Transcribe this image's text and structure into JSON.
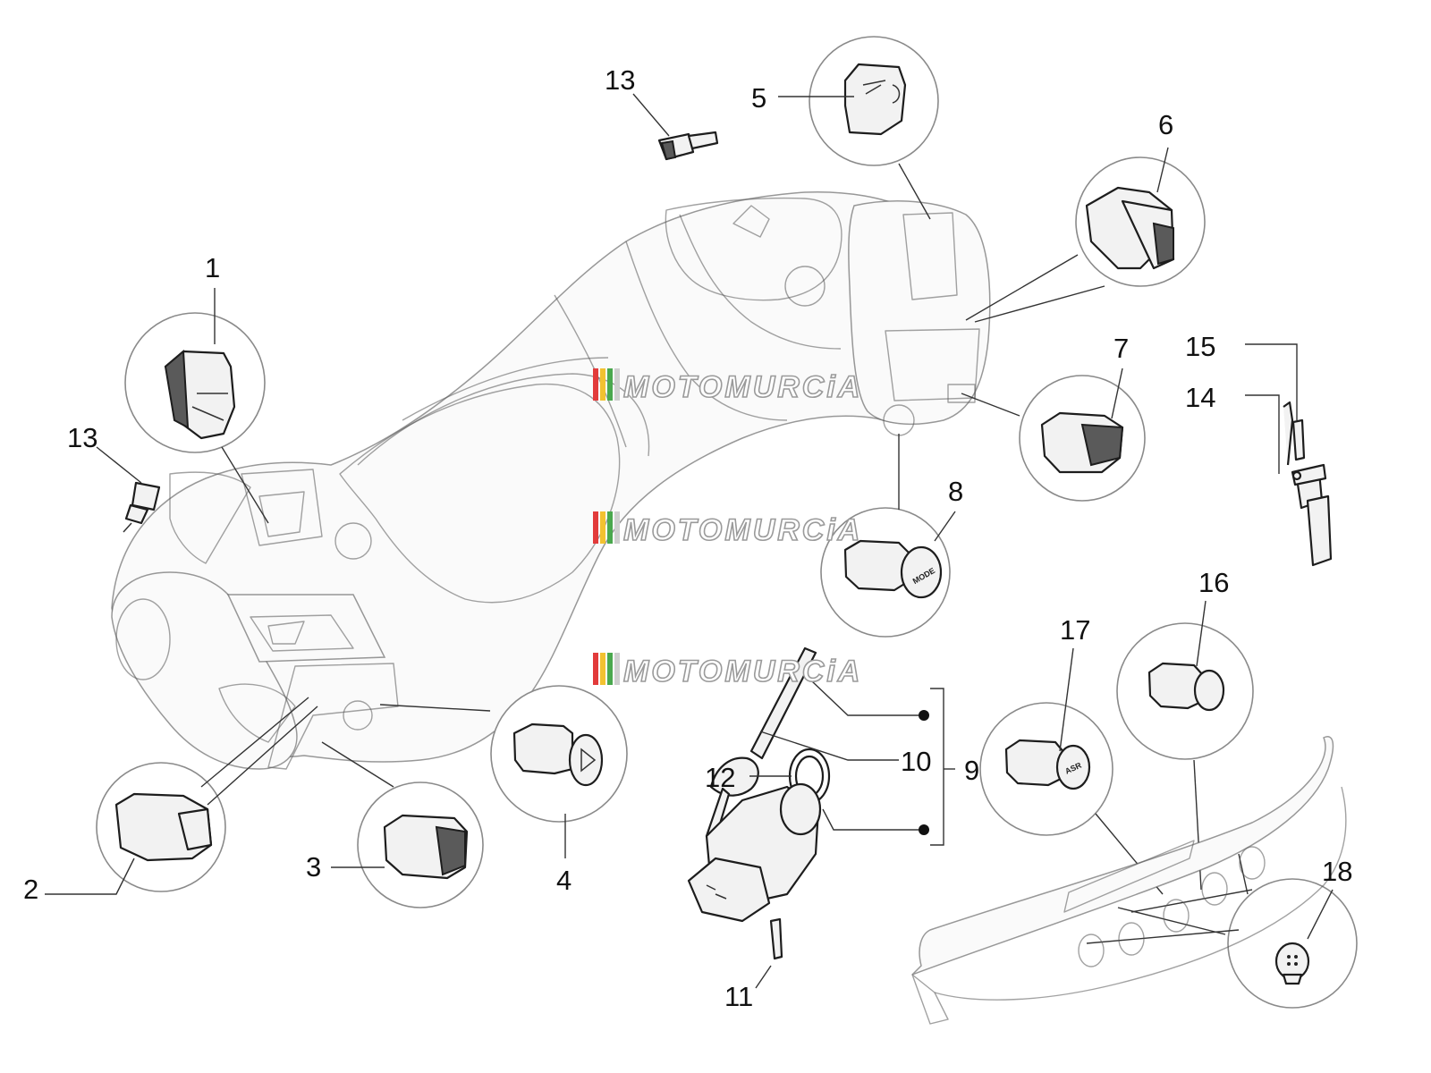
{
  "watermark": {
    "text": "MOTOMURCiA",
    "stripe_colors": [
      "#e23b3b",
      "#f2c230",
      "#4aa84e",
      "#cfcfcf"
    ]
  },
  "callouts": [
    {
      "id": "callout-1",
      "label": "1"
    },
    {
      "id": "callout-2",
      "label": "2"
    },
    {
      "id": "callout-3",
      "label": "3"
    },
    {
      "id": "callout-4",
      "label": "4"
    },
    {
      "id": "callout-5",
      "label": "5"
    },
    {
      "id": "callout-6",
      "label": "6"
    },
    {
      "id": "callout-7",
      "label": "7"
    },
    {
      "id": "callout-8",
      "label": "8"
    },
    {
      "id": "callout-9",
      "label": "9"
    },
    {
      "id": "callout-10",
      "label": "10"
    },
    {
      "id": "callout-11",
      "label": "11"
    },
    {
      "id": "callout-12",
      "label": "12"
    },
    {
      "id": "callout-13a",
      "label": "13"
    },
    {
      "id": "callout-13b",
      "label": "13"
    },
    {
      "id": "callout-14",
      "label": "14"
    },
    {
      "id": "callout-15",
      "label": "15"
    },
    {
      "id": "callout-16",
      "label": "16"
    },
    {
      "id": "callout-17",
      "label": "17"
    },
    {
      "id": "callout-18",
      "label": "18"
    }
  ],
  "button_legends": {
    "mode": "MODE",
    "asr": "ASR"
  },
  "colors": {
    "line": "#1d1d1d",
    "ghost": "#555555",
    "circle": "#8a8a8a"
  }
}
